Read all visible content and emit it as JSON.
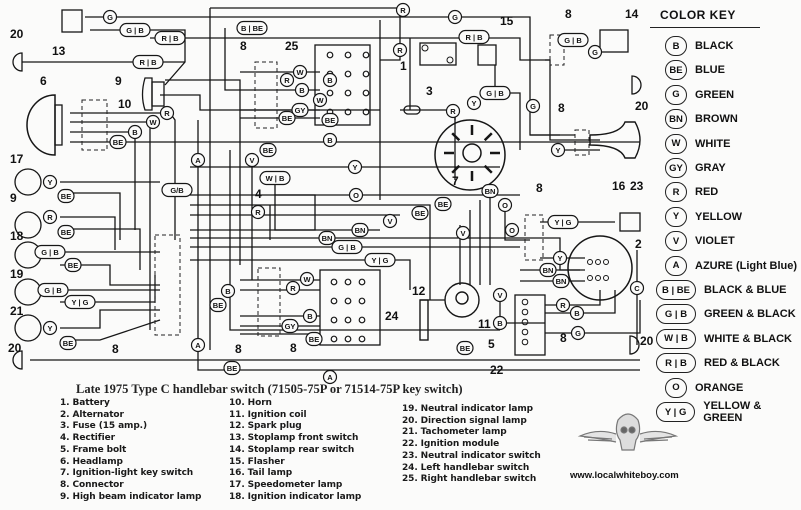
{
  "color_key": {
    "title": "COLOR KEY",
    "items": [
      {
        "code": "B",
        "name": "BLACK"
      },
      {
        "code": "BE",
        "name": "BLUE"
      },
      {
        "code": "G",
        "name": "GREEN"
      },
      {
        "code": "BN",
        "name": "BROWN"
      },
      {
        "code": "W",
        "name": "WHITE"
      },
      {
        "code": "GY",
        "name": "GRAY"
      },
      {
        "code": "R",
        "name": "RED"
      },
      {
        "code": "Y",
        "name": "YELLOW"
      },
      {
        "code": "V",
        "name": "VIOLET"
      },
      {
        "code": "A",
        "name": "AZURE (Light Blue)"
      },
      {
        "code": "B | BE",
        "name": "BLACK & BLUE"
      },
      {
        "code": "G | B",
        "name": "GREEN & BLACK"
      },
      {
        "code": "W | B",
        "name": "WHITE & BLACK"
      },
      {
        "code": "R | B",
        "name": "RED & BLACK"
      },
      {
        "code": "O",
        "name": "ORANGE"
      },
      {
        "code": "Y | G",
        "name": "YELLOW & GREEN"
      }
    ]
  },
  "caption": "Late 1975 Type C handlebar switch (71505-75P or 71514-75P key switch)",
  "legend": [
    "1. Battery",
    "2. Alternator",
    "3. Fuse (15 amp.)",
    "4. Rectifier",
    "5. Frame bolt",
    "6. Headlamp",
    "7. Ignition-light key switch",
    "8. Connector",
    "9. High beam indicator lamp",
    "10. Horn",
    "11. Ignition coil",
    "12. Spark plug",
    "13. Stoplamp front switch",
    "14. Stoplamp rear switch",
    "15. Flasher",
    "16. Tail lamp",
    "17. Speedometer lamp",
    "18. Ignition indicator lamp",
    "19. Neutral indicator lamp",
    "20. Direction signal lamp",
    "21. Tachometer lamp",
    "22. Ignition module",
    "23. Neutral indicator switch",
    "24. Left handlebar switch",
    "25. Right handlebar switch"
  ],
  "logo": {
    "url": "www.localwhiteboy.com"
  },
  "component_numbers": [
    "20",
    "13",
    "6",
    "9",
    "10",
    "8",
    "25",
    "15",
    "1",
    "3",
    "14",
    "8",
    "20",
    "8",
    "16",
    "7",
    "17",
    "9",
    "18",
    "19",
    "21",
    "20",
    "4",
    "8",
    "24",
    "12",
    "11",
    "5",
    "22",
    "8",
    "23",
    "2",
    "8",
    "20",
    "8",
    "8"
  ],
  "wire_tags": [
    "G",
    "G | B",
    "R | B",
    "R | B",
    "R",
    "W",
    "B",
    "BE",
    "B | BE",
    "W",
    "R",
    "B",
    "GY",
    "BE",
    "BE",
    "V",
    "A",
    "W | B",
    "G/B",
    "R",
    "G",
    "R | B",
    "R",
    "G | B",
    "Y",
    "R",
    "G",
    "G | B",
    "G",
    "Y",
    "Y",
    "O",
    "BN",
    "Y",
    "BE",
    "R",
    "BE",
    "G | B",
    "BE",
    "G | B",
    "Y | G",
    "Y",
    "BE",
    "A",
    "BE",
    "B",
    "BE",
    "W",
    "R",
    "B",
    "GY",
    "BE",
    "R",
    "O",
    "BE",
    "BE",
    "V",
    "BN",
    "BN",
    "G | B",
    "Y | G",
    "V",
    "O",
    "Y | G",
    "Y",
    "BN",
    "BN",
    "V",
    "B",
    "R",
    "B",
    "G",
    "BE",
    "A",
    "C",
    "W",
    "B",
    "BE",
    "B"
  ]
}
